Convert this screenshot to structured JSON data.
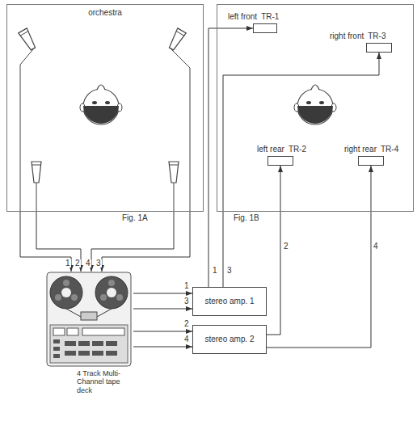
{
  "diagram": {
    "nodes": [
      {
        "text": [
          "orchestra",
          "Fig. 1A"
        ]
      },
      {
        "text": [
          "Fig. 1B"
        ]
      },
      {
        "text": [
          "left front",
          "TR-1"
        ],
        "in": 1
      },
      {
        "text": [
          "right front",
          "TR-3"
        ],
        "in": 1
      },
      {
        "text": [
          "left rear",
          "TR-2"
        ],
        "in": 1
      },
      {
        "text": [
          "right rear",
          "TR-4"
        ],
        "in": 1
      },
      {
        "text": [
          "4 Track Multi-Channel tape deck"
        ]
      },
      {
        "text": [
          "stereo amp. 1"
        ]
      },
      {
        "text": [
          "stereo amp. 2"
        ]
      }
    ],
    "edges": [
      {
        "from": 0,
        "to": 6,
        "arrow": "to",
        "label": "1"
      },
      {
        "from": 0,
        "to": 6,
        "arrow": "to",
        "label": "2"
      },
      {
        "from": 0,
        "to": 6,
        "arrow": "to",
        "label": "4"
      },
      {
        "from": 0,
        "to": 6,
        "arrow": "to",
        "label": "3"
      },
      {
        "from": 6,
        "to": 7,
        "arrow": "to",
        "label": "1"
      },
      {
        "from": 6,
        "to": 7,
        "arrow": "to",
        "label": "3"
      },
      {
        "from": 6,
        "to": 8,
        "arrow": "to",
        "label": "2"
      },
      {
        "from": 6,
        "to": 8,
        "arrow": "to",
        "label": "4"
      },
      {
        "from": 7,
        "to": 2,
        "arrow": "to",
        "label": "1"
      },
      {
        "from": 7,
        "to": 3,
        "arrow": "to",
        "label": "3"
      },
      {
        "from": 8,
        "to": 4,
        "arrow": "to",
        "label": "2"
      },
      {
        "from": 8,
        "to": 5,
        "arrow": "to",
        "label": "4"
      }
    ]
  }
}
